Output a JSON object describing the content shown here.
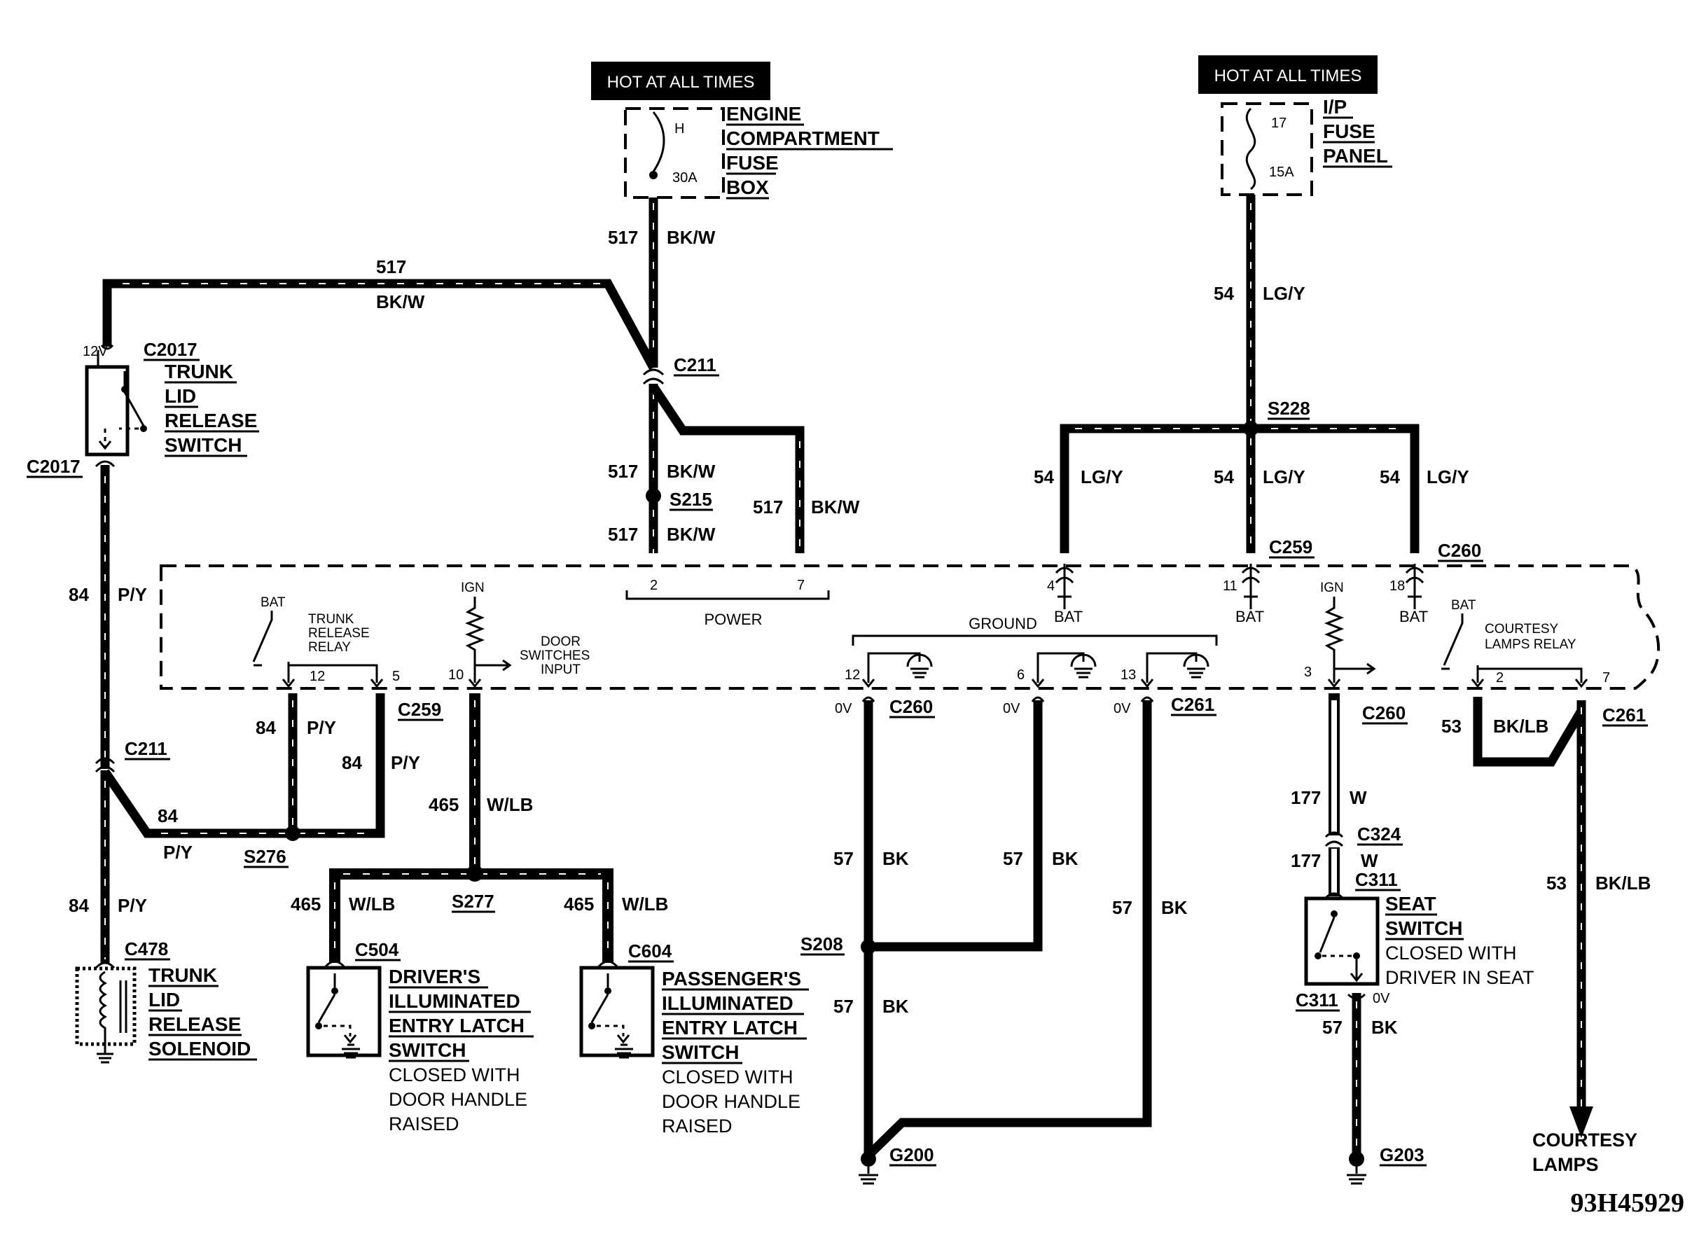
{
  "fuses": {
    "engine": {
      "banner": "HOT AT ALL TIMES",
      "label": [
        "ENGINE",
        "COMPARTMENT",
        "FUSE",
        "BOX"
      ],
      "fuse_id": "H",
      "rating": "30A"
    },
    "ip": {
      "banner": "HOT AT ALL TIMES",
      "label": [
        "I/P",
        "FUSE",
        "PANEL"
      ],
      "fuse_id": "17",
      "rating": "15A"
    }
  },
  "wires": {
    "w517_top": {
      "num": "517",
      "color": "BK/W"
    },
    "w517_left": {
      "num": "517",
      "color": "BK/W"
    },
    "w517_s215_top": {
      "num": "517",
      "color": "BK/W"
    },
    "w517_s215_bot": {
      "num": "517",
      "color": "BK/W"
    },
    "w517_right": {
      "num": "517",
      "color": "BK/W"
    },
    "w54_top": {
      "num": "54",
      "color": "LG/Y"
    },
    "w54_left": {
      "num": "54",
      "color": "LG/Y"
    },
    "w54_mid": {
      "num": "54",
      "color": "LG/Y"
    },
    "w54_right": {
      "num": "54",
      "color": "LG/Y"
    },
    "w84_a": {
      "num": "84",
      "color": "P/Y"
    },
    "w84_b": {
      "num": "84",
      "color": "P/Y"
    },
    "w84_c": {
      "num": "84",
      "color": "P/Y"
    },
    "w84_d": {
      "num": "84",
      "color": "P/Y"
    },
    "w84_e": {
      "num": "84",
      "color": "P/Y"
    },
    "w465_main": {
      "num": "465",
      "color": "W/LB"
    },
    "w465_left": {
      "num": "465",
      "color": "W/LB"
    },
    "w465_right": {
      "num": "465",
      "color": "W/LB"
    },
    "w57_a": {
      "num": "57",
      "color": "BK"
    },
    "w57_b": {
      "num": "57",
      "color": "BK"
    },
    "w57_c": {
      "num": "57",
      "color": "BK"
    },
    "w57_d": {
      "num": "57",
      "color": "BK"
    },
    "w57_e": {
      "num": "57",
      "color": "BK"
    },
    "w177_a": {
      "num": "177",
      "color": "W"
    },
    "w177_b": {
      "num": "177",
      "color": "W"
    },
    "w53_a": {
      "num": "53",
      "color": "BK/LB"
    },
    "w53_b": {
      "num": "53",
      "color": "BK/LB"
    }
  },
  "connectors": {
    "c2017_top": "C2017",
    "c2017_bot": "C2017",
    "c2017_volts": "12V",
    "c211_top": "C211",
    "c211_left": "C211",
    "s215": "S215",
    "s228": "S228",
    "s276": "S276",
    "s277": "S277",
    "s208": "S208",
    "c259_top": "C259",
    "c260_top": "C260",
    "c259_bot": "C259",
    "c260_a": "C260",
    "c261_a": "C261",
    "c260_b": "C260",
    "c261_b": "C261",
    "c478": "C478",
    "c504": "C504",
    "c604": "C604",
    "c324": "C324",
    "c311_top": "C311",
    "c311_bot": "C311",
    "g200": "G200",
    "g203": "G203",
    "v0_a": "0V",
    "v0_b": "0V",
    "v0_c": "0V",
    "v0_seat": "0V"
  },
  "module": {
    "pins": {
      "p2": "2",
      "p7_power": "7",
      "p4": "4",
      "p11": "11",
      "p18": "18",
      "p12_relay": "12",
      "p5": "5",
      "p10": "10",
      "p12_gnd": "12",
      "p6": "6",
      "p13": "13",
      "p3": "3",
      "p2_court": "2",
      "p7_court": "7"
    },
    "bat_4": "BAT",
    "bat_11": "BAT",
    "bat_18": "BAT",
    "power": "POWER",
    "ground": "GROUND",
    "ign_a": "IGN",
    "ign_b": "IGN",
    "trunk_relay": {
      "bat": "BAT",
      "lines": [
        "TRUNK",
        "RELEASE",
        "RELAY"
      ]
    },
    "door_input": [
      "DOOR",
      "SWITCHES",
      "INPUT"
    ],
    "courtesy_relay": {
      "bat": "BAT",
      "lines": [
        "COURTESY",
        "LAMPS RELAY"
      ]
    }
  },
  "components": {
    "trunk_switch": [
      "TRUNK",
      "LID",
      "RELEASE",
      "SWITCH"
    ],
    "trunk_solenoid": [
      "TRUNK",
      "LID",
      "RELEASE",
      "SOLENOID"
    ],
    "driver_latch": [
      "DRIVER'S",
      "ILLUMINATED",
      "ENTRY LATCH",
      "SWITCH"
    ],
    "driver_note": [
      "CLOSED WITH",
      "DOOR HANDLE",
      "RAISED"
    ],
    "pass_latch": [
      "PASSENGER'S",
      "ILLUMINATED",
      "ENTRY LATCH",
      "SWITCH"
    ],
    "pass_note": [
      "CLOSED WITH",
      "DOOR HANDLE",
      "RAISED"
    ],
    "seat_switch": [
      "SEAT",
      "SWITCH"
    ],
    "seat_note": [
      "CLOSED WITH",
      "DRIVER IN SEAT"
    ],
    "courtesy": [
      "COURTESY",
      "LAMPS"
    ]
  },
  "figure_id": "93H45929"
}
